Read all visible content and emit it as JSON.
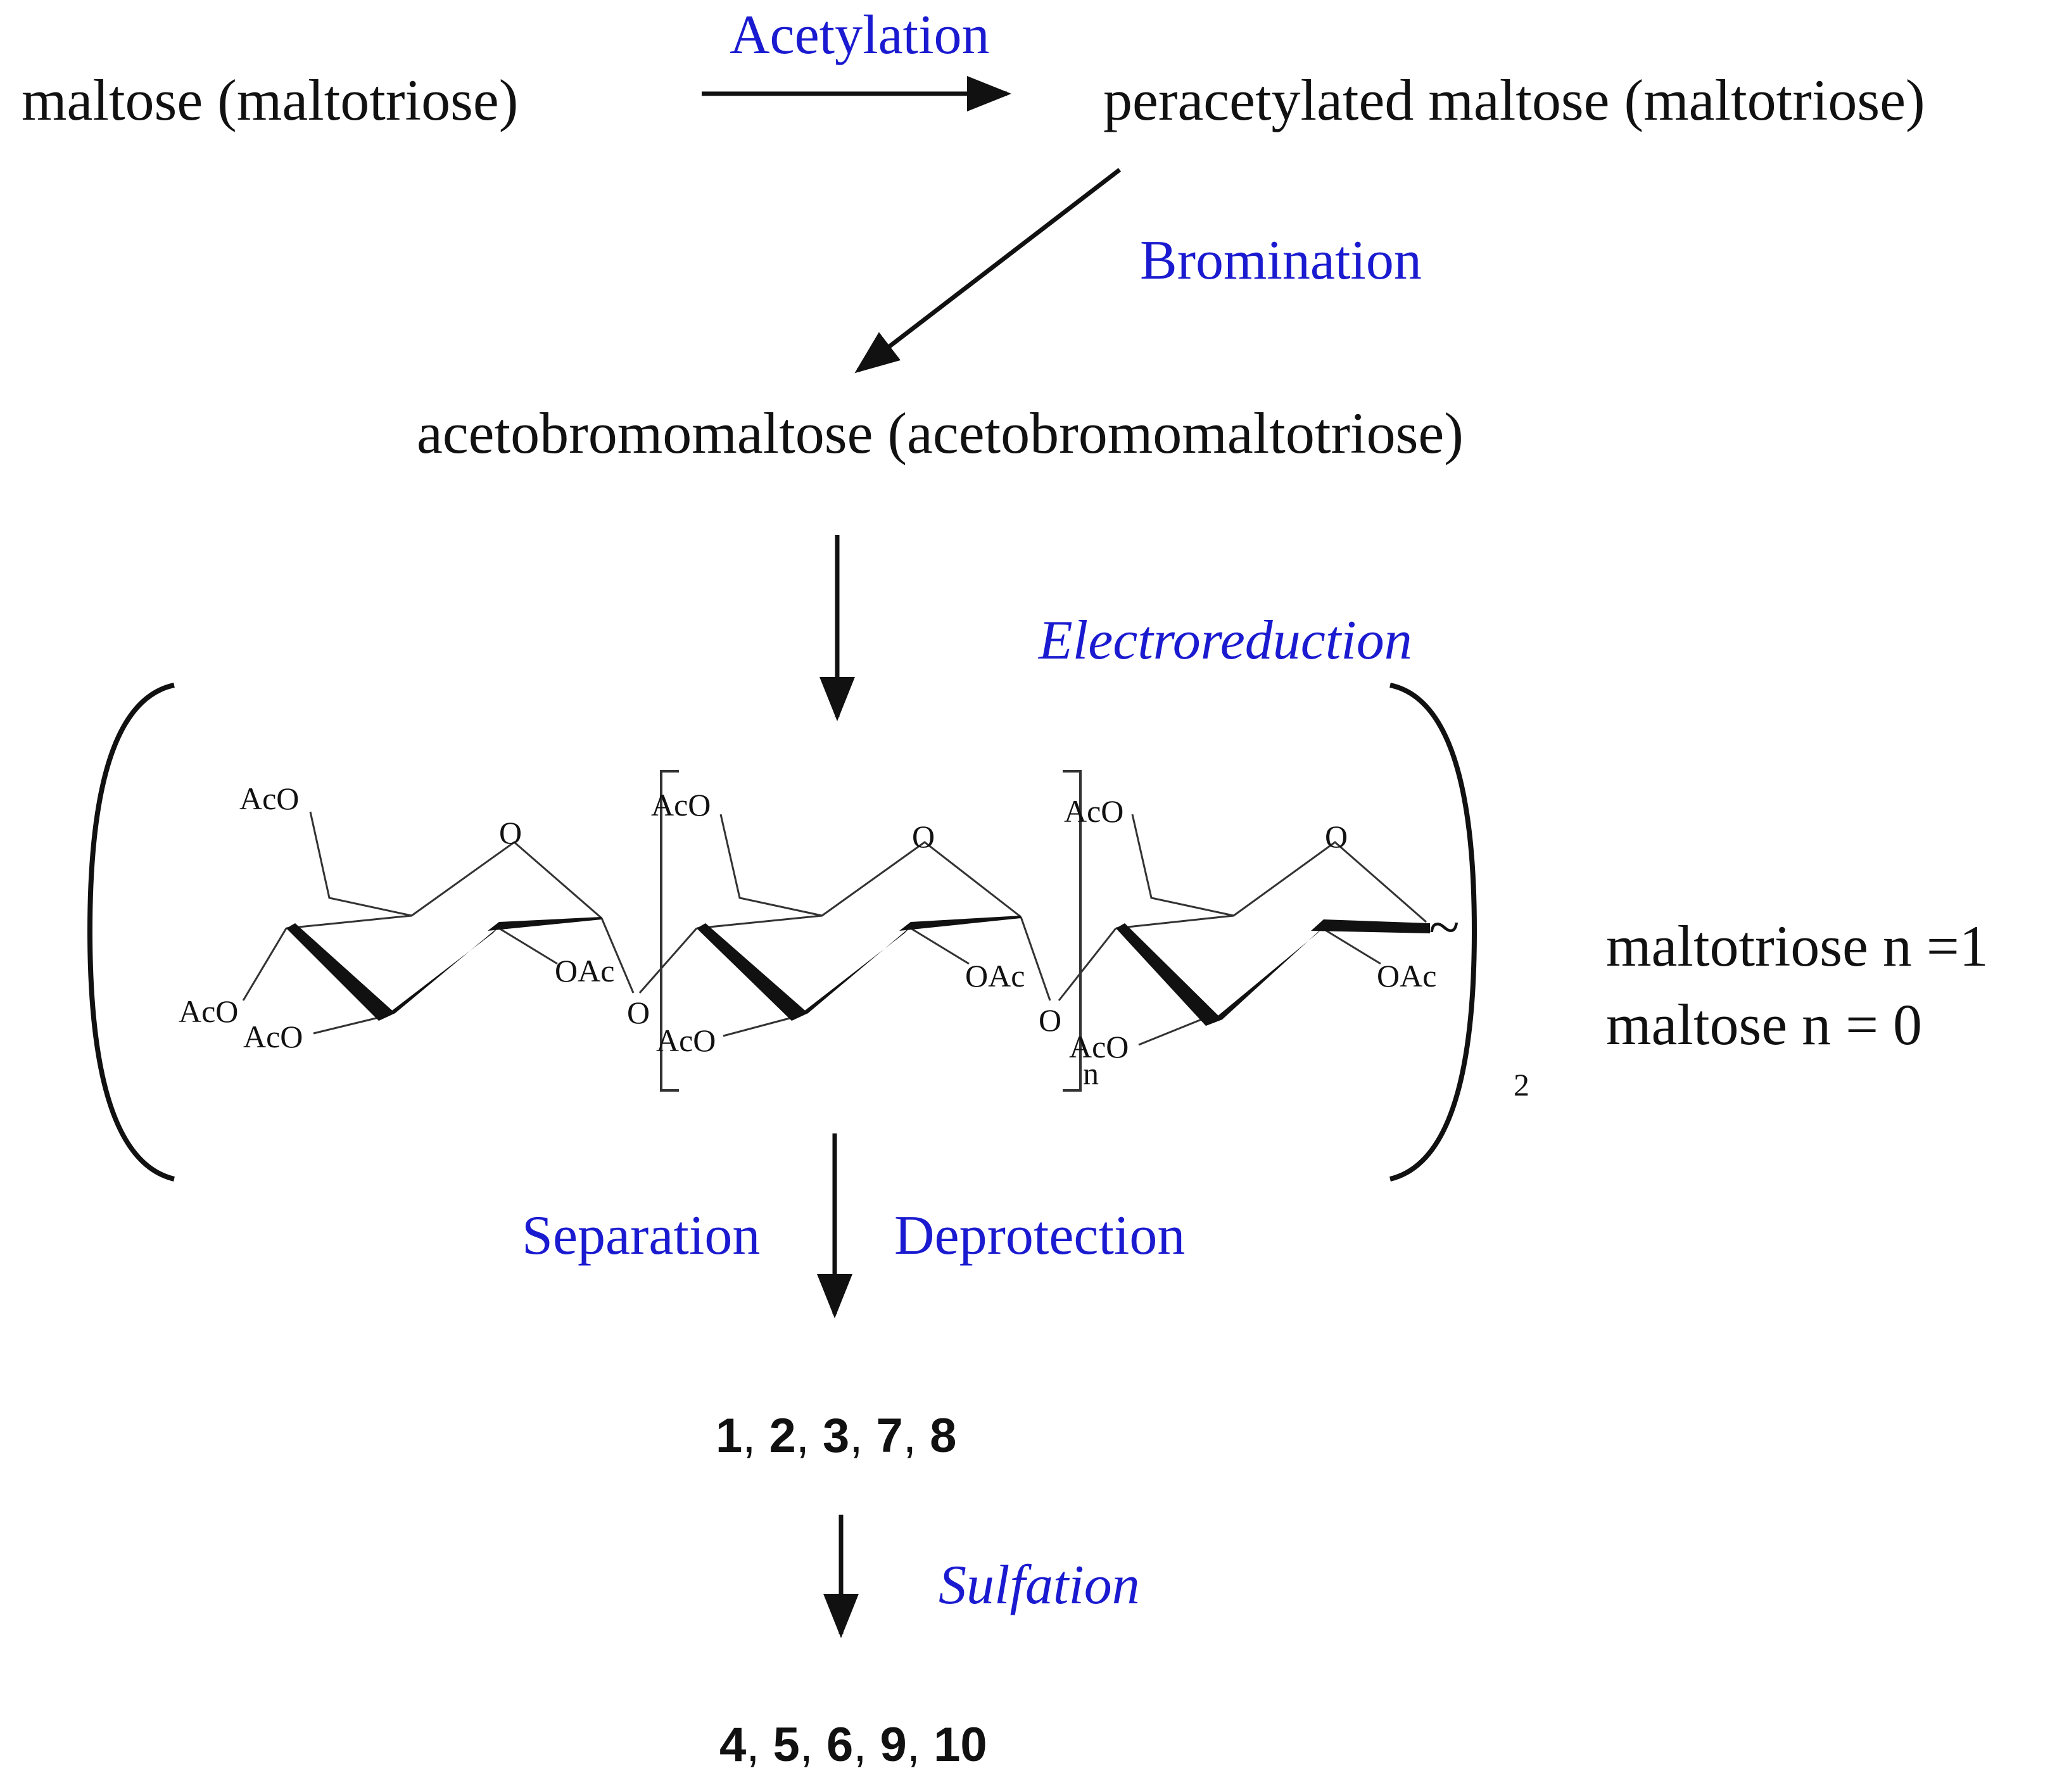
{
  "start_material": "maltose (maltotriose)",
  "step_acetylation": "Acetylation",
  "peracetylated": "peracetylated maltose (maltotriose)",
  "step_bromination": "Bromination",
  "acetobromo": "acetobromomaltose (acetobromomaltotriose)",
  "step_electroreduction": "Electroreduction",
  "structure": {
    "ring1": {
      "ac_top": "AcO",
      "ring_o": "O",
      "oac": "OAc",
      "aco_left": "AcO",
      "aco_bottom": "AcO"
    },
    "glyco_o_1": "O",
    "ring2": {
      "ac_top": "AcO",
      "ring_o": "O",
      "oac": "OAc",
      "aco_bottom": "AcO"
    },
    "glyco_o_2": "O",
    "ring3": {
      "ac_top": "AcO",
      "ring_o": "O",
      "oac": "OAc",
      "aco_bottom": "AcO"
    },
    "repeat_subscript": "n",
    "dimer_subscript": "2",
    "wavy_bond": "~"
  },
  "legend": {
    "line1": "maltotriose n =1",
    "line2": "maltose n = 0"
  },
  "step_separation": "Separation",
  "step_deprotection": "Deprotection",
  "products_1": [
    {
      "n": "1",
      "sep": ", "
    },
    {
      "n": "2",
      "sep": ", "
    },
    {
      "n": "3",
      "sep": ", "
    },
    {
      "n": "7",
      "sep": ", "
    },
    {
      "n": "8",
      "sep": ""
    }
  ],
  "step_sulfation": "Sulfation",
  "products_2": [
    {
      "n": "4",
      "sep": ", "
    },
    {
      "n": "5",
      "sep": ", "
    },
    {
      "n": "6",
      "sep": ", "
    },
    {
      "n": "9",
      "sep": ", "
    },
    {
      "n": "10",
      "sep": ""
    }
  ]
}
